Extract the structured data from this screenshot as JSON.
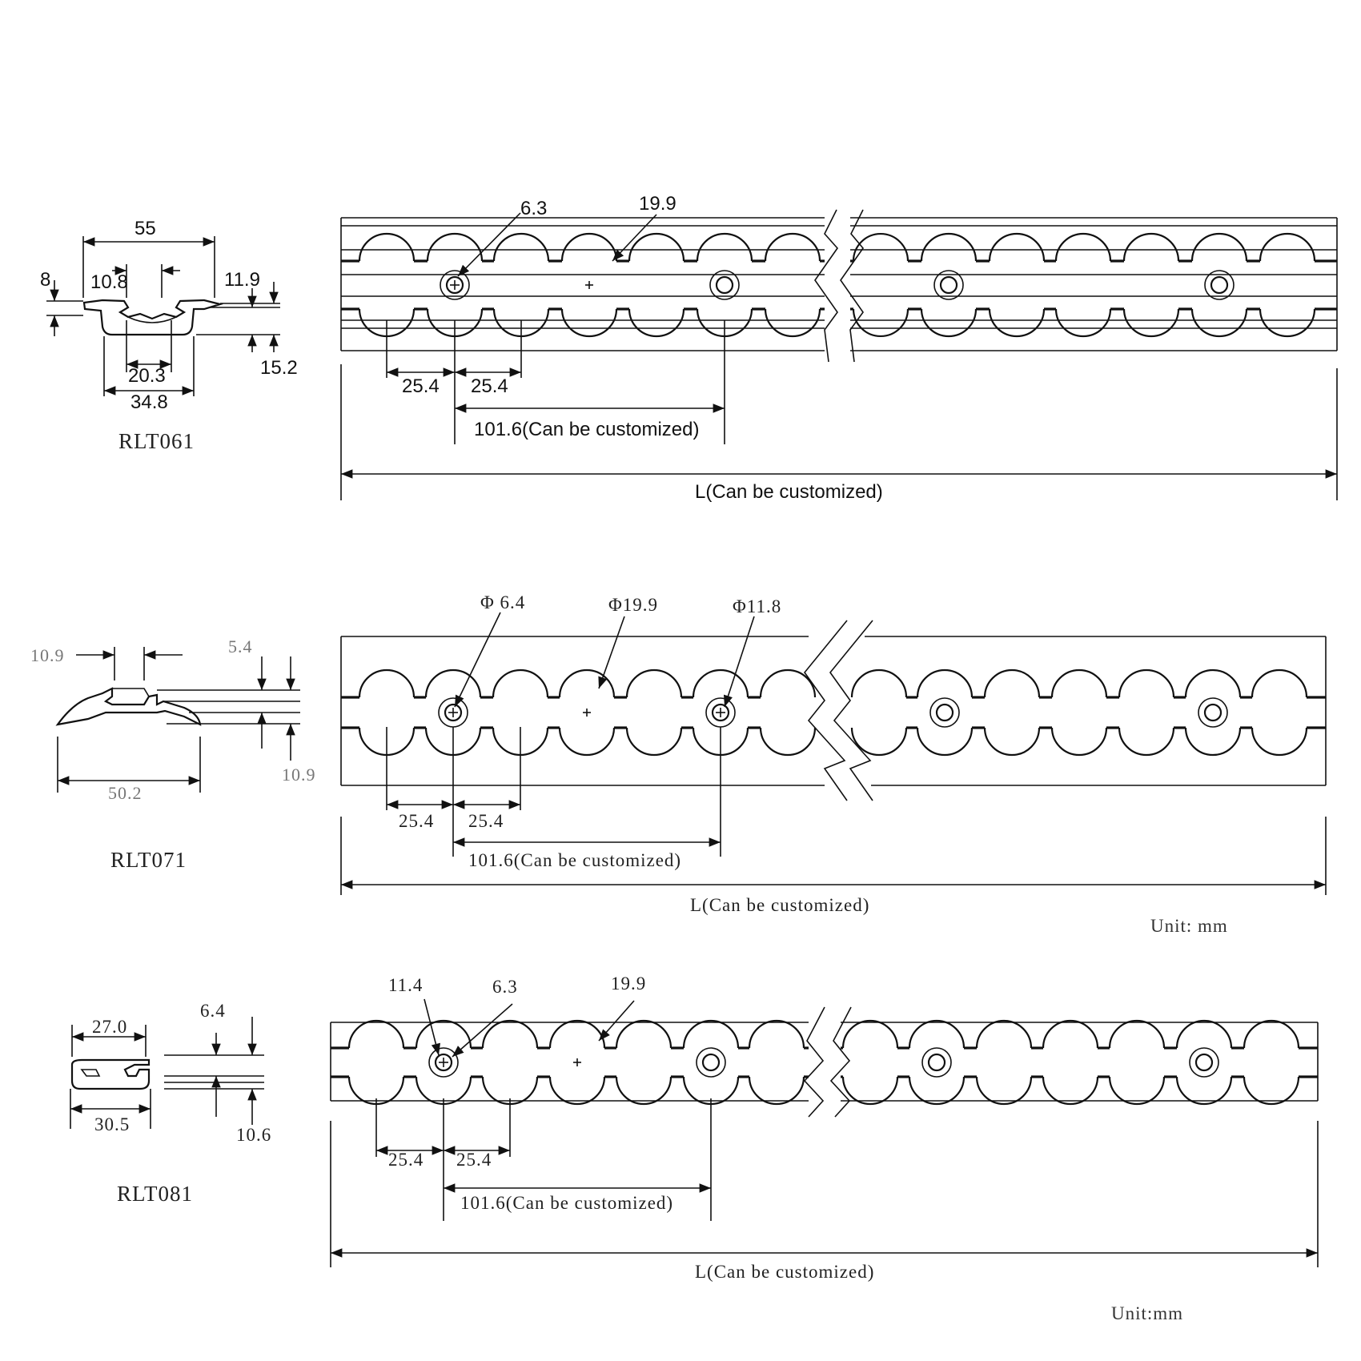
{
  "unit_labels": [
    "Unit: mm",
    "Unit:mm"
  ],
  "rails": [
    {
      "model": "RLT061",
      "profile_dims": [
        "55",
        "8",
        "10.8",
        "11.9",
        "15.2",
        "20.3",
        "34.8"
      ],
      "hole_labels": [
        "6.3",
        "19.9"
      ],
      "pitch_labels": [
        "25.4",
        "25.4"
      ],
      "spacing_label": "101.6(Can be customized)",
      "length_label": "L(Can be customized)"
    },
    {
      "model": "RLT071",
      "profile_dims": [
        "10.9",
        "5.4",
        "10.9",
        "50.2"
      ],
      "hole_labels": [
        "Φ 6.4",
        "Φ19.9",
        "Φ11.8"
      ],
      "pitch_labels": [
        "25.4",
        "25.4"
      ],
      "spacing_label": "101.6(Can be customized)",
      "length_label": "L(Can be customized)"
    },
    {
      "model": "RLT081",
      "profile_dims": [
        "27.0",
        "6.4",
        "30.5",
        "10.6"
      ],
      "hole_labels": [
        "11.4",
        "6.3",
        "19.9"
      ],
      "pitch_labels": [
        "25.4",
        "25.4"
      ],
      "spacing_label": "101.6(Can be customized)",
      "length_label": "L(Can be customized)"
    }
  ]
}
